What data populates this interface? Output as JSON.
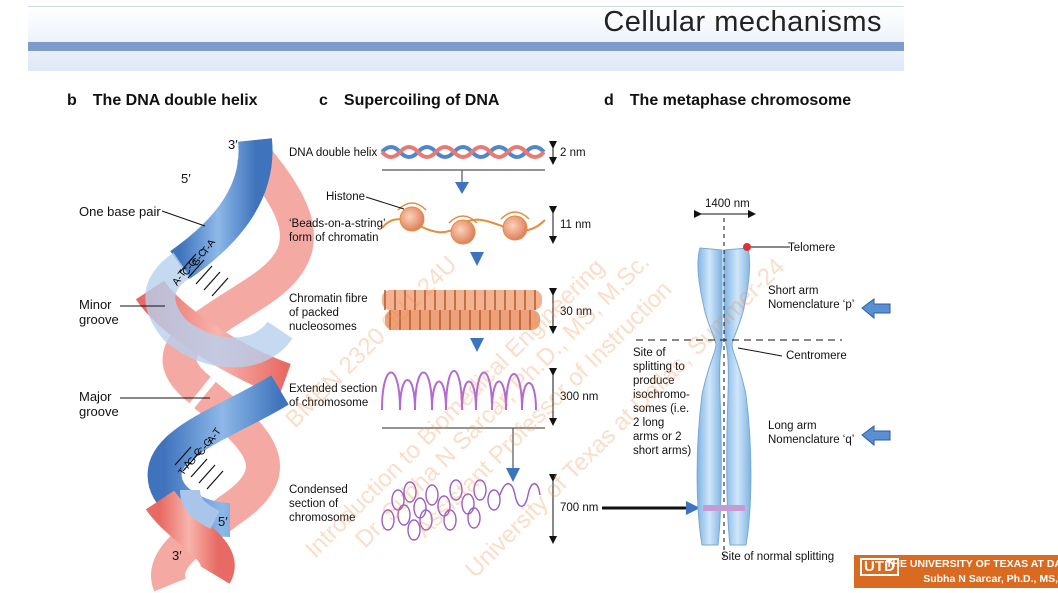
{
  "header": {
    "title": "Cellular mechanisms"
  },
  "panels": {
    "b": {
      "letter": "b",
      "title": "The DNA double helix",
      "labels": {
        "end_3_top": "3′",
        "end_5_top": "5′",
        "end_5_bottom": "5′",
        "end_3_bottom": "3′",
        "base_pair": "One base pair",
        "minor_groove": "Minor\ngroove",
        "major_groove": "Major\ngroove"
      },
      "base_pairs": [
        "T-A",
        "G-C",
        "C-G",
        "A-T"
      ]
    },
    "c": {
      "letter": "c",
      "title": "Supercoiling of DNA",
      "rows": [
        {
          "label": "DNA double helix",
          "size": "2 nm"
        },
        {
          "label": "Histone",
          "size": ""
        },
        {
          "label": "‘Beads-on-a-string’\nform of chromatin",
          "size": "11 nm"
        },
        {
          "label": "Chromatin fibre\nof packed\nnucleosomes",
          "size": "30 nm"
        },
        {
          "label": "Extended section\nof chromosome",
          "size": "300 nm"
        },
        {
          "label": "Condensed\nsection of\nchromosome",
          "size": "700 nm"
        }
      ]
    },
    "d": {
      "letter": "d",
      "title": "The metaphase chromosome",
      "labels": {
        "width": "1400 nm",
        "telomere": "Telomere",
        "short_arm": "Short arm\nNomenclature ‘p’",
        "centromere": "Centromere",
        "long_arm": "Long arm\nNomenclature ‘q’",
        "splitting": "Site of\nsplitting to\nproduce\nisochromo-\nsomes (i.e.\n2 long\narms or 2\nshort arms)",
        "normal_splitting": "Site of normal splitting"
      }
    }
  },
  "watermark": [
    "Introduction to Biomedical Engineering",
    "BMEN 2320 0U1 24U",
    "Dr. Subha N Sarcar, Ph.D., MS, M.Sc.",
    "Assistant Professor of Instruction",
    "University of Texas at Dallas, Summer-24"
  ],
  "footer": {
    "logo": "UTD",
    "university": "THE UNIVERSITY OF TEXAS AT DA",
    "presenter": "Subha N Sarcar, Ph.D., MS,"
  },
  "colors": {
    "blue_strand": "#5b8fd1",
    "pink_strand": "#ee7e79",
    "chromosome": "#a5cdee",
    "arrow": "#3c74c2",
    "footer": "#d96a1f",
    "chromatin": "#e58c3e"
  }
}
